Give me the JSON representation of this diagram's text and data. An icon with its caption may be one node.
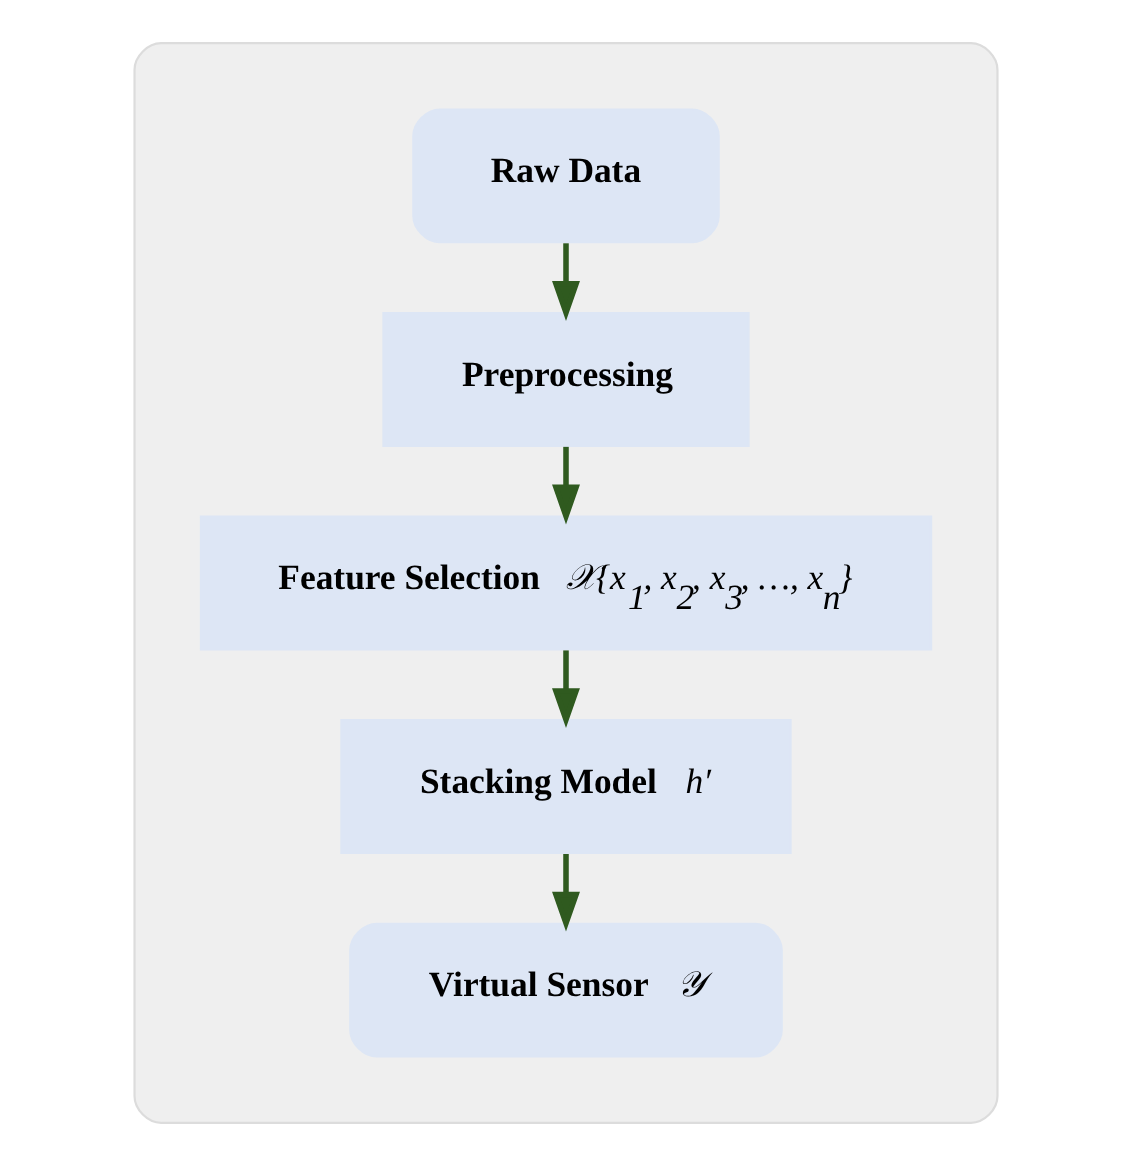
{
  "diagram": {
    "nodes": [
      {
        "text": [],
        "shape": "box"
      },
      {
        "text": [
          "Raw Data"
        ],
        "in": 0
      },
      {
        "text": [
          "Preprocessing"
        ],
        "in": 0
      },
      {
        "text": [
          "Feature Selection",
          "𝒳{x$_{1}$, x$_{2}$, x$_{3}$, …, x$_{n}$}"
        ],
        "in": 0
      },
      {
        "text": [
          "Stacking Model",
          "h′"
        ],
        "in": 0
      },
      {
        "text": [
          "Virtual Sensor",
          "𝒴"
        ],
        "in": 0
      }
    ],
    "edges": [
      {
        "from": 1,
        "to": 2,
        "arrow": "to"
      },
      {
        "from": 2,
        "to": 3,
        "arrow": "to"
      },
      {
        "from": 3,
        "to": 4,
        "arrow": "to"
      },
      {
        "from": 4,
        "to": 5,
        "arrow": "to"
      }
    ]
  }
}
